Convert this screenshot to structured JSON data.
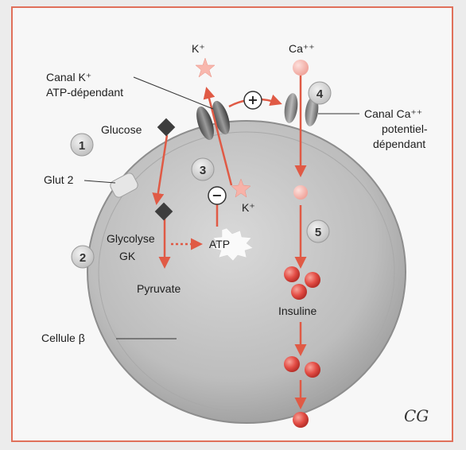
{
  "labels": {
    "k_ion_top": "K⁺",
    "ca_ion": "Ca⁺⁺",
    "k_channel_line1": "Canal K⁺",
    "k_channel_line2": "ATP-dépendant",
    "ca_channel_line1": "Canal Ca⁺⁺",
    "ca_channel_line2": "potentiel-",
    "ca_channel_line3": "dépendant",
    "glucose": "Glucose",
    "glut2": "Glut 2",
    "k_ion_inner": "K⁺",
    "glycolyse": "Glycolyse",
    "gk": "GK",
    "atp": "ATP",
    "pyruvate": "Pyruvate",
    "insuline": "Insuline",
    "cellule": "Cellule β",
    "plus_sign": "+",
    "minus_sign": "−",
    "signature": "CG"
  },
  "steps": [
    "1",
    "2",
    "3",
    "4",
    "5"
  ],
  "colors": {
    "arrow": "#e05a45",
    "cell_fill": "#b9b9b9",
    "cell_edge": "#8d8d8d",
    "granule": "#e34d45",
    "step_badge": "#dcdcdc",
    "frame": "#e0705a"
  },
  "icons": {
    "glucose_marker": "diamond",
    "k_marker": "star",
    "atp_marker": "burst",
    "insulin_granule": "sphere"
  }
}
